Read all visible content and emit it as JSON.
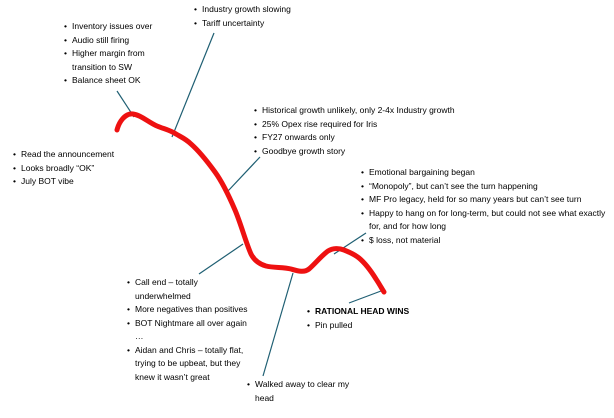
{
  "colors": {
    "curve": "#ee1111",
    "connector": "#1f5f73",
    "text": "#000000"
  },
  "notes": {
    "top_left": {
      "items": [
        "Inventory issues over",
        "Audio still firing",
        "Higher margin from transition to SW",
        "Balance sheet OK"
      ]
    },
    "top_middle": {
      "items": [
        "Industry growth slowing",
        "Tariff uncertainty"
      ]
    },
    "mid_right": {
      "items": [
        "Historical growth unlikely, only 2-4x Industry growth",
        "25% Opex rise required for Iris",
        "FY27 onwards only",
        "Goodbye growth story"
      ]
    },
    "left": {
      "items": [
        "Read the announcement",
        "Looks broadly “OK”",
        "July BOT vibe"
      ]
    },
    "right": {
      "items": [
        "Emotional bargaining began",
        "“Monopoly”, but can’t see the turn happening",
        "MF Pro legacy, held for so many years but can’t see turn",
        "Happy to hang on for long-term, but could not see what exactly for, and for how long",
        "$ loss, not material"
      ]
    },
    "bottom_left": {
      "items": [
        "Call end – totally underwhelmed",
        "More negatives than positives",
        "BOT Nightmare all over again …",
        "Aidan and Chris – totally flat, trying to be upbeat, but they knew it wasn’t great"
      ]
    },
    "bottom_middle": {
      "items": [
        "Walked away to clear my head"
      ]
    },
    "bottom_right": {
      "items": [
        "RATIONAL HEAD WINS",
        "Pin pulled"
      ]
    }
  }
}
